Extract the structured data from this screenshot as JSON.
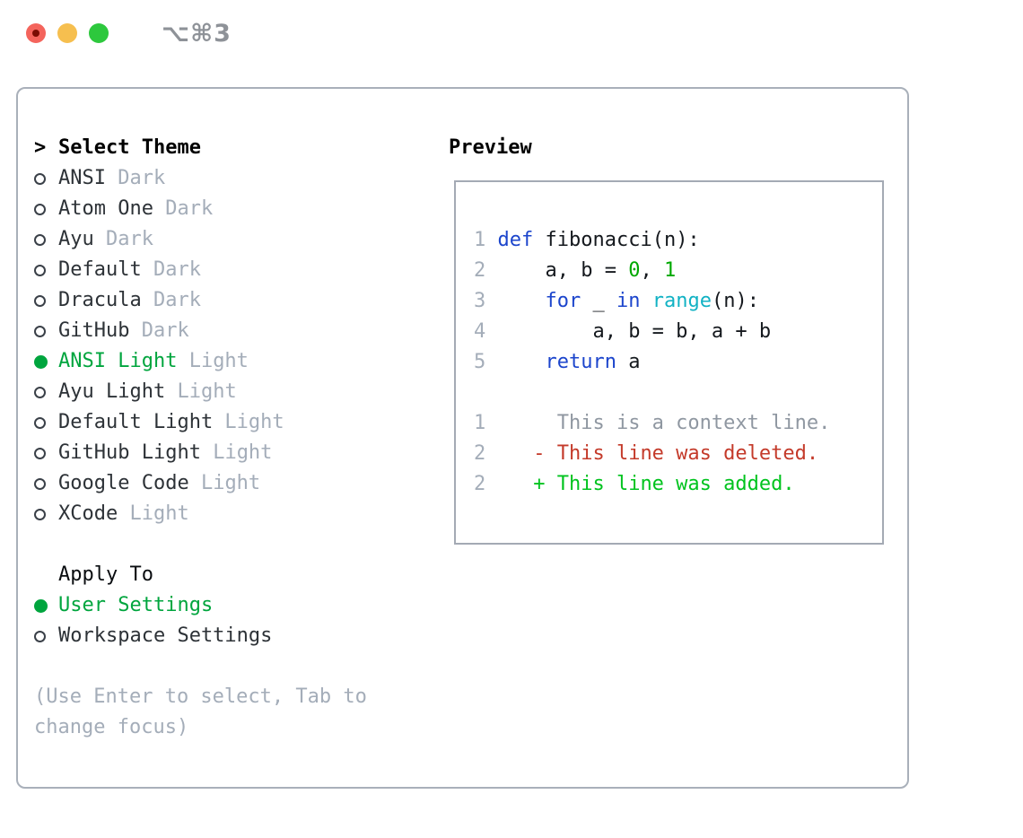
{
  "window": {
    "shortcut": "⌥⌘3",
    "traffic_lights": [
      "close",
      "minimize",
      "zoom"
    ]
  },
  "theme_panel": {
    "cursor": ">",
    "title": "Select Theme",
    "items": [
      {
        "name": "ANSI",
        "variant": "Dark",
        "selected": false
      },
      {
        "name": "Atom One",
        "variant": "Dark",
        "selected": false
      },
      {
        "name": "Ayu",
        "variant": "Dark",
        "selected": false
      },
      {
        "name": "Default",
        "variant": "Dark",
        "selected": false
      },
      {
        "name": "Dracula",
        "variant": "Dark",
        "selected": false
      },
      {
        "name": "GitHub",
        "variant": "Dark",
        "selected": false
      },
      {
        "name": "ANSI Light",
        "variant": "Light",
        "selected": true
      },
      {
        "name": "Ayu Light",
        "variant": "Light",
        "selected": false
      },
      {
        "name": "Default Light",
        "variant": "Light",
        "selected": false
      },
      {
        "name": "GitHub Light",
        "variant": "Light",
        "selected": false
      },
      {
        "name": "Google Code",
        "variant": "Light",
        "selected": false
      },
      {
        "name": "XCode",
        "variant": "Light",
        "selected": false
      }
    ]
  },
  "apply_panel": {
    "title": "Apply To",
    "options": [
      {
        "label": "User Settings",
        "selected": true
      },
      {
        "label": "Workspace Settings",
        "selected": false
      }
    ]
  },
  "help": {
    "text": "(Use Enter to select, Tab to change focus)"
  },
  "preview": {
    "title": "Preview",
    "code_lines": [
      {
        "num": "1",
        "tokens": [
          [
            "kw",
            "def"
          ],
          [
            "pl",
            " fibonacci(n):"
          ]
        ]
      },
      {
        "num": "2",
        "tokens": [
          [
            "pl",
            "    a, b = "
          ],
          [
            "num",
            "0"
          ],
          [
            "pl",
            ", "
          ],
          [
            "num",
            "1"
          ]
        ]
      },
      {
        "num": "3",
        "tokens": [
          [
            "pl",
            "    "
          ],
          [
            "kw",
            "for"
          ],
          [
            "pl",
            " _ "
          ],
          [
            "kw",
            "in"
          ],
          [
            "pl",
            " "
          ],
          [
            "fn",
            "range"
          ],
          [
            "pl",
            "(n):"
          ]
        ]
      },
      {
        "num": "4",
        "tokens": [
          [
            "pl",
            "        a, b = b, a + b"
          ]
        ]
      },
      {
        "num": "5",
        "tokens": [
          [
            "pl",
            "    "
          ],
          [
            "kw",
            "return"
          ],
          [
            "pl",
            " a"
          ]
        ]
      }
    ],
    "diff_lines": [
      {
        "num": "1",
        "tokens": [
          [
            "ctx",
            "     This is a context line."
          ]
        ]
      },
      {
        "num": "2",
        "tokens": [
          [
            "del",
            "   - This line was deleted."
          ]
        ]
      },
      {
        "num": "2",
        "tokens": [
          [
            "add",
            "   + This line was added."
          ]
        ]
      }
    ]
  },
  "colors": {
    "traffic_red": "#f4645c",
    "traffic_red_dot": "#7a0c03",
    "traffic_yellow": "#f6bf4f",
    "traffic_green": "#2dc83d",
    "shortcut_gray": "#8e9298",
    "border": "#a9b0ba",
    "box_border": "#a4aab4",
    "text": "#14181d",
    "item": "#2d3237",
    "muted": "#a4adb9",
    "selected_green": "#00a53e",
    "keyword_blue": "#1c45cc",
    "builtin_cyan": "#12b2c4",
    "number_green": "#00a800",
    "line_number": "#a4adb9",
    "context_gray": "#8f97a1",
    "deleted_red": "#c43a2a",
    "added_green": "#00c31e"
  }
}
